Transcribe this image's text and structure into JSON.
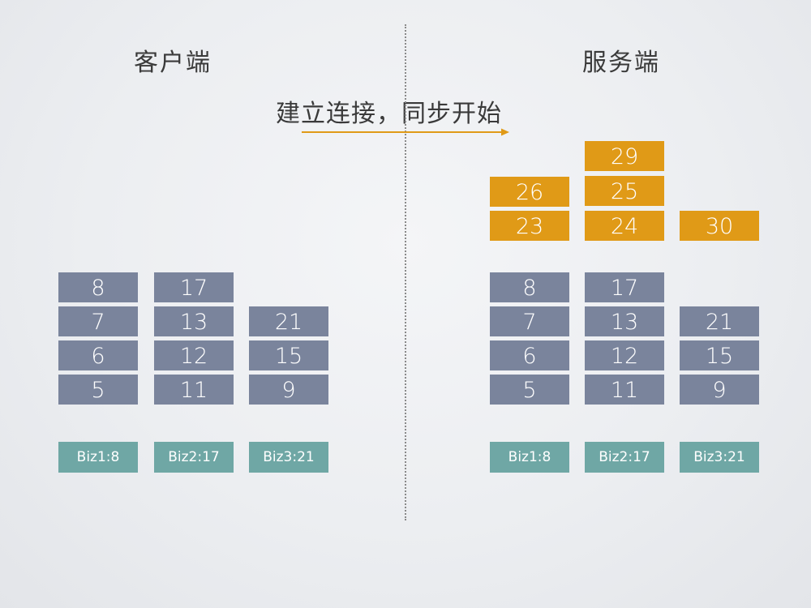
{
  "titles": {
    "client": "客户端",
    "server": "服务端"
  },
  "caption": "建立连接，同步开始",
  "colors": {
    "message_box": "#7a849c",
    "new_message_box": "#e09a17",
    "biz_tag": "#6fa7a5",
    "arrow": "#e09a17",
    "divider": "#8a8a8a"
  },
  "client": {
    "columns": [
      {
        "boxes": [
          "8",
          "7",
          "6",
          "5"
        ],
        "tag": "Biz1:8"
      },
      {
        "boxes": [
          "17",
          "13",
          "12",
          "11"
        ],
        "tag": "Biz2:17"
      },
      {
        "boxes": [
          "21",
          "15",
          "9"
        ],
        "tag": "Biz3:21"
      }
    ]
  },
  "server": {
    "columns": [
      {
        "new_boxes": [
          "26",
          "23"
        ],
        "boxes": [
          "8",
          "7",
          "6",
          "5"
        ],
        "tag": "Biz1:8"
      },
      {
        "new_boxes": [
          "29",
          "25",
          "24"
        ],
        "boxes": [
          "17",
          "13",
          "12",
          "11"
        ],
        "tag": "Biz2:17"
      },
      {
        "new_boxes": [
          "30"
        ],
        "boxes": [
          "21",
          "15",
          "9"
        ],
        "tag": "Biz3:21"
      }
    ]
  }
}
